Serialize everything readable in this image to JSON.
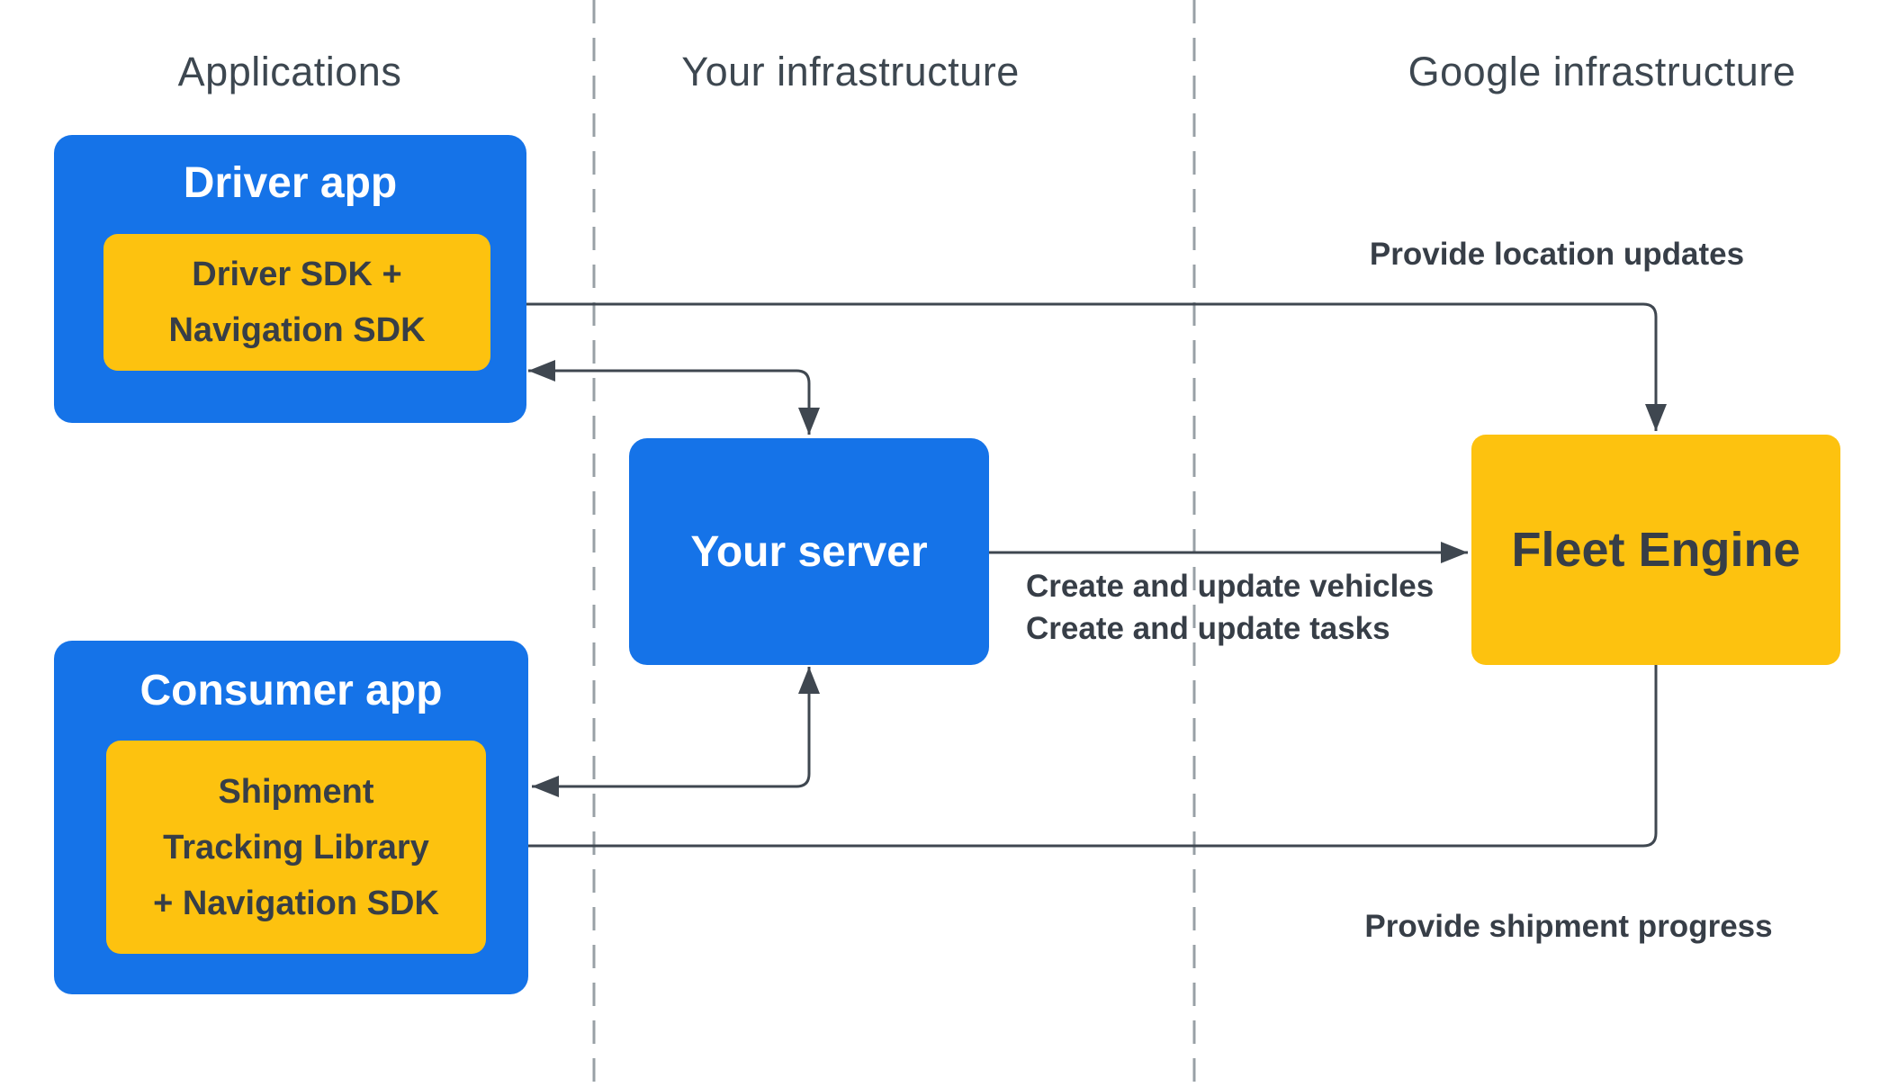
{
  "colors": {
    "blue": "#1573e8",
    "yellow": "#fdc20f",
    "arrow": "#3f4750",
    "dashed": "#98a0a6",
    "dark_text": "#373e47",
    "header_text": "#3d4750",
    "white_text": "#ffffff",
    "bg": "#ffffff"
  },
  "columns": [
    {
      "label": "Applications"
    },
    {
      "label": "Your infrastructure"
    },
    {
      "label": "Google infrastructure"
    }
  ],
  "nodes": {
    "driver_app": {
      "title": "Driver app"
    },
    "driver_sdk": {
      "line1": "Driver SDK +",
      "line2": "Navigation SDK"
    },
    "consumer_app": {
      "title": "Consumer app"
    },
    "consumer_lib": {
      "line1": "Shipment",
      "line2": "Tracking Library",
      "line3": "+ Navigation SDK"
    },
    "your_server": {
      "title": "Your server"
    },
    "fleet_engine": {
      "title": "Fleet Engine"
    }
  },
  "edge_labels": {
    "provide_location": "Provide location updates",
    "create_update_line1": "Create and update vehicles",
    "create_update_line2": "Create and update tasks",
    "provide_shipment": "Provide shipment progress"
  }
}
